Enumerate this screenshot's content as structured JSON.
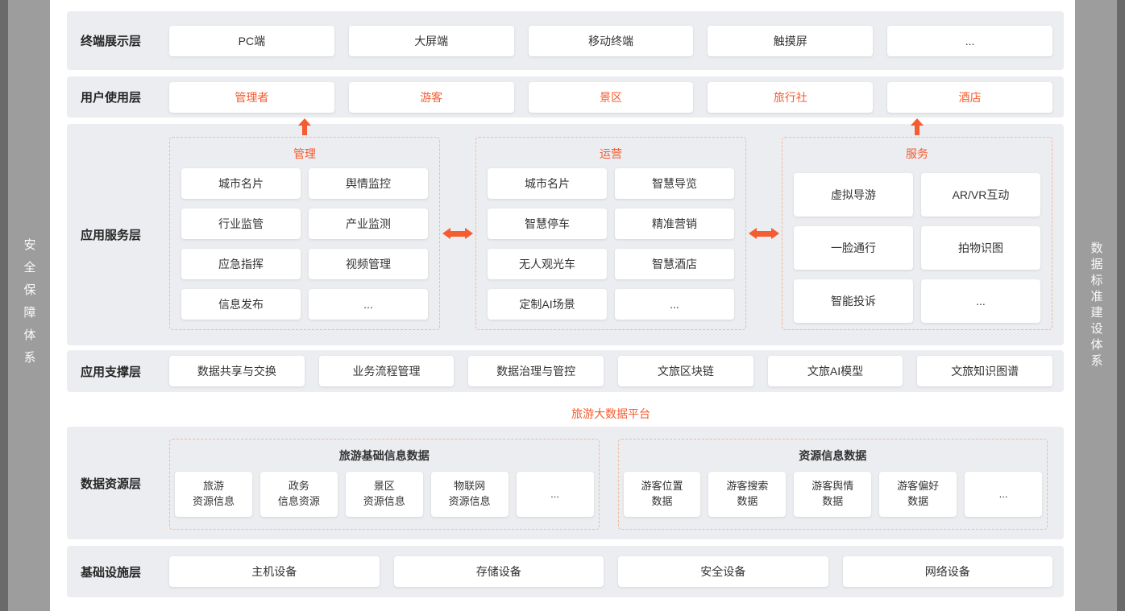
{
  "colors": {
    "accent": "#f55c30",
    "dashed_border": "#f3b89c",
    "layer_bg": "#ebedf0"
  },
  "sidebar_left": "安全保障体系",
  "sidebar_right": "数据标准建设体系",
  "layers": {
    "terminal": {
      "label": "终端展示层",
      "items": [
        "PC端",
        "大屏端",
        "移动终端",
        "触摸屏",
        "..."
      ]
    },
    "user": {
      "label": "用户使用层",
      "items": [
        "管理者",
        "游客",
        "景区",
        "旅行社",
        "酒店"
      ]
    },
    "app_service": {
      "label": "应用服务层",
      "groups": [
        {
          "title": "管理",
          "items": [
            "城市名片",
            "舆情监控",
            "行业监管",
            "产业监测",
            "应急指挥",
            "视频管理",
            "信息发布",
            "..."
          ]
        },
        {
          "title": "运营",
          "items": [
            "城市名片",
            "智慧导览",
            "智慧停车",
            "精准营销",
            "无人观光车",
            "智慧酒店",
            "定制AI场景",
            "..."
          ]
        },
        {
          "title": "服务",
          "items": [
            "虚拟导游",
            "AR/VR互动",
            "一脸通行",
            "拍物识图",
            "智能投诉",
            "..."
          ]
        }
      ]
    },
    "app_support": {
      "label": "应用支撑层",
      "items": [
        "数据共享与交换",
        "业务流程管理",
        "数据治理与管控",
        "文旅区块链",
        "文旅AI模型",
        "文旅知识图谱"
      ]
    },
    "platform_label": "旅游大数据平台",
    "data_resource": {
      "label": "数据资源层",
      "groups": [
        {
          "title": "旅游基础信息数据",
          "items": [
            "旅游\n资源信息",
            "政务\n信息资源",
            "景区\n资源信息",
            "物联网\n资源信息",
            "..."
          ]
        },
        {
          "title": "资源信息数据",
          "items": [
            "游客位置\n数据",
            "游客搜索\n数据",
            "游客舆情\n数据",
            "游客偏好\n数据",
            "..."
          ]
        }
      ]
    },
    "infrastructure": {
      "label": "基础设施层",
      "items": [
        "主机设备",
        "存储设备",
        "安全设备",
        "网络设备"
      ]
    }
  }
}
